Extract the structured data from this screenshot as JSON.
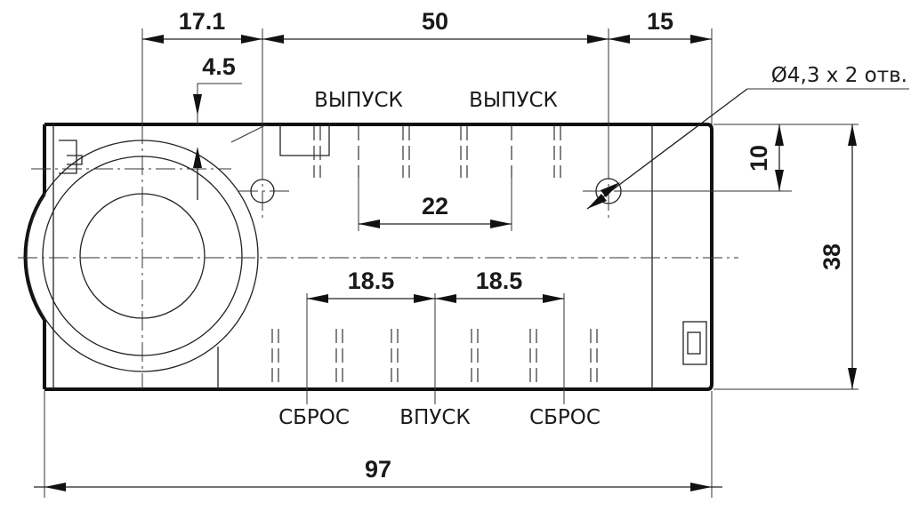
{
  "dimensions": {
    "top_left": "17.1",
    "top_middle": "50",
    "top_right": "15",
    "offset": "4.5",
    "ports_spacing": "22",
    "hole_vertical": "10",
    "height": "38",
    "spacing_left": "18.5",
    "spacing_right": "18.5",
    "overall_width": "97"
  },
  "labels": {
    "exhaust_left": "ВЫПУСК",
    "exhaust_right": "ВЫПУСК",
    "reset_left": "СБРОС",
    "inlet": "ВПУСК",
    "reset_right": "СБРОС",
    "hole_note": "Ø4,3 x 2 отв."
  }
}
